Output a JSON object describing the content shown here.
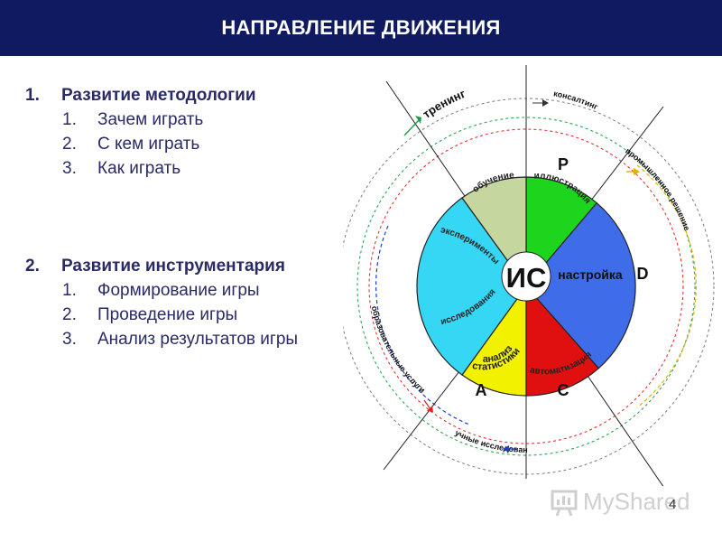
{
  "header": {
    "title": "НАПРАВЛЕНИЕ ДВИЖЕНИЯ"
  },
  "outline": [
    {
      "num": "1.",
      "title": "Развитие методологии",
      "items": [
        {
          "num": "1.",
          "text": "Зачем играть"
        },
        {
          "num": "2.",
          "text": "С кем играть"
        },
        {
          "num": "3.",
          "text": "Как играть"
        }
      ]
    },
    {
      "num": "2.",
      "title": "Развитие инструментария",
      "items": [
        {
          "num": "1.",
          "text": "Формирование игры"
        },
        {
          "num": "2.",
          "text": "Проведение игры"
        },
        {
          "num": "3.",
          "text": "Анализ результатов игры"
        }
      ]
    }
  ],
  "diagram": {
    "center": "ИС",
    "sectors": {
      "learning": "обучение",
      "experiments": "эксперименты",
      "research": "исследования",
      "illustration": "иллюстрация",
      "tuning": "настройка",
      "analysis_1": "анализ",
      "analysis_2": "статистики",
      "automation": "автоматизация"
    },
    "quadrant_letters": {
      "p": "P",
      "d": "D",
      "c": "C",
      "a": "A"
    },
    "outer_labels": {
      "training": "тренинг",
      "consulting": "консалтинг",
      "industrial": "промышленное решение",
      "science": "научные исследования",
      "education": "образовательные услуги"
    },
    "colors": {
      "learning": "#c5d79e",
      "experiments": "#35d7f4",
      "illustration": "#1ed51e",
      "tuning": "#3f6ce8",
      "automation": "#e01010",
      "analysis": "#f2f200"
    }
  },
  "footer": {
    "watermark": "MyShared",
    "page_number": "4"
  }
}
